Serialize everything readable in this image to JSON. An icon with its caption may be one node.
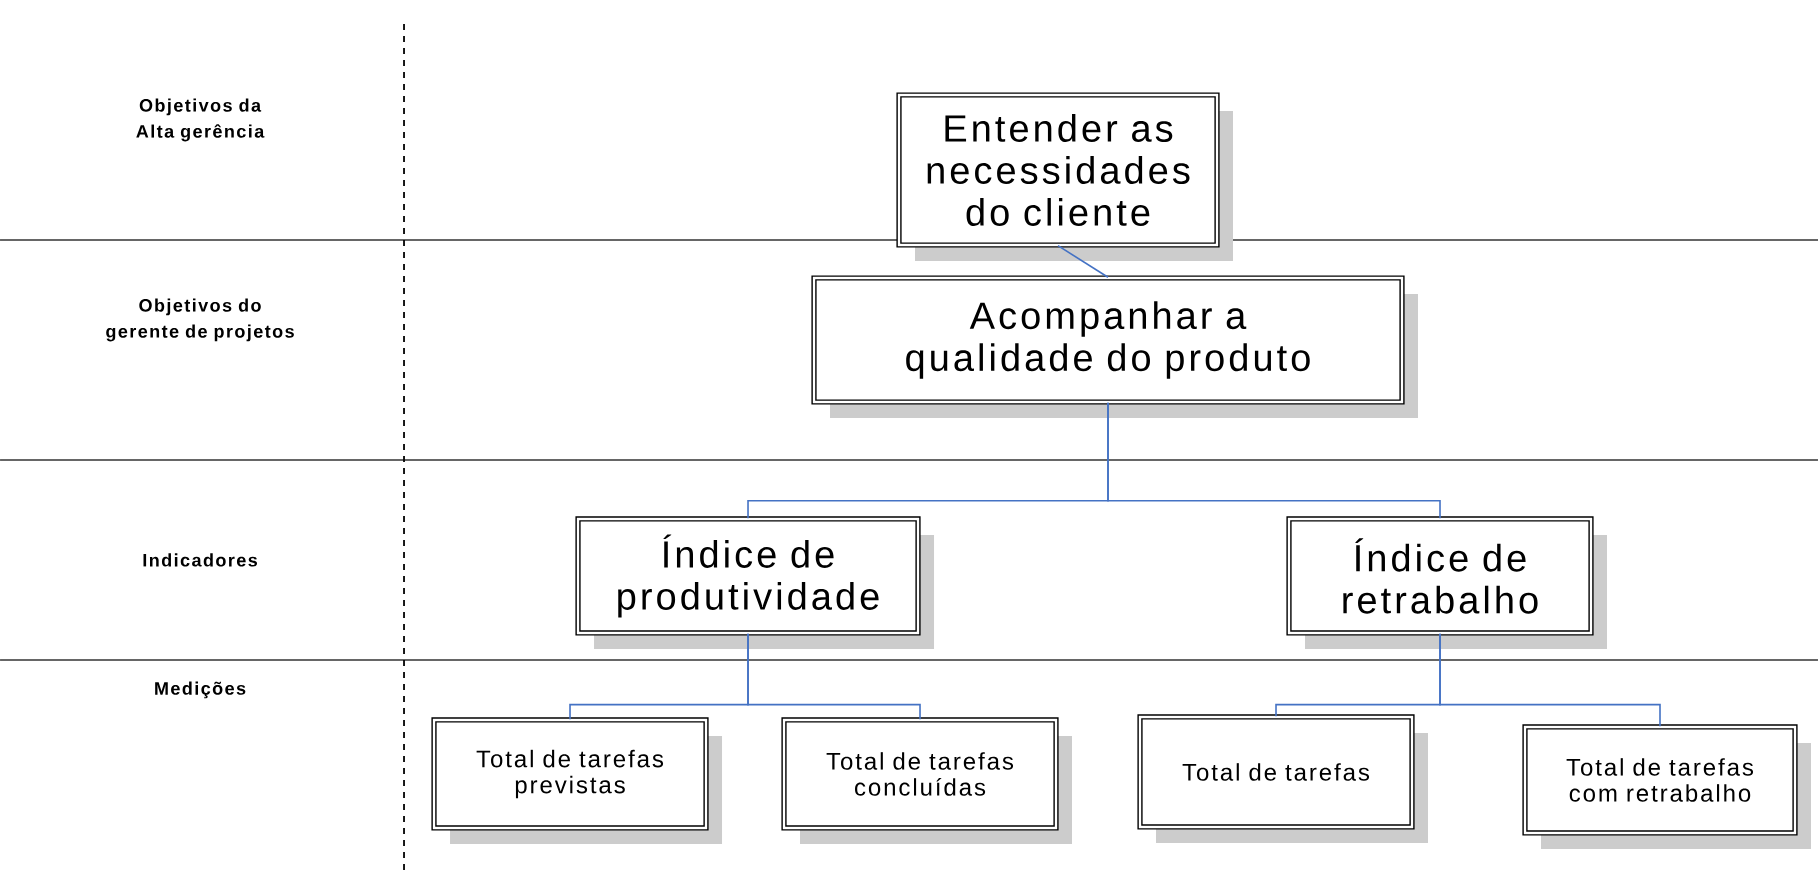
{
  "diagram": {
    "nodes": [
      {
        "text": [
          "Entender as necessidades do cliente"
        ]
      },
      {
        "text": [
          "Acompanhar a qualidade do produto"
        ]
      },
      {
        "text": [
          "Índice de produtividade"
        ]
      },
      {
        "text": [
          "Índice de retrabalho"
        ]
      },
      {
        "text": [
          "Total de tarefas previstas"
        ]
      },
      {
        "text": [
          "Total de tarefas concluídas"
        ]
      },
      {
        "text": [
          "Total de tarefas"
        ]
      },
      {
        "text": [
          "Total de tarefas com retrabalho"
        ]
      }
    ],
    "edges": [
      {
        "from": 0,
        "to": 1,
        "arrow": "none"
      },
      {
        "from": 1,
        "to": 2,
        "arrow": "none"
      },
      {
        "from": 1,
        "to": 3,
        "arrow": "none"
      },
      {
        "from": 2,
        "to": 4,
        "arrow": "none"
      },
      {
        "from": 2,
        "to": 5,
        "arrow": "none"
      },
      {
        "from": 3,
        "to": 6,
        "arrow": "none"
      },
      {
        "from": 3,
        "to": 7,
        "arrow": "none"
      }
    ],
    "labels": [
      "Objetivos da Alta gerência",
      "Objetivos do gerente de projetos",
      "Indicadores",
      "Medições"
    ]
  }
}
